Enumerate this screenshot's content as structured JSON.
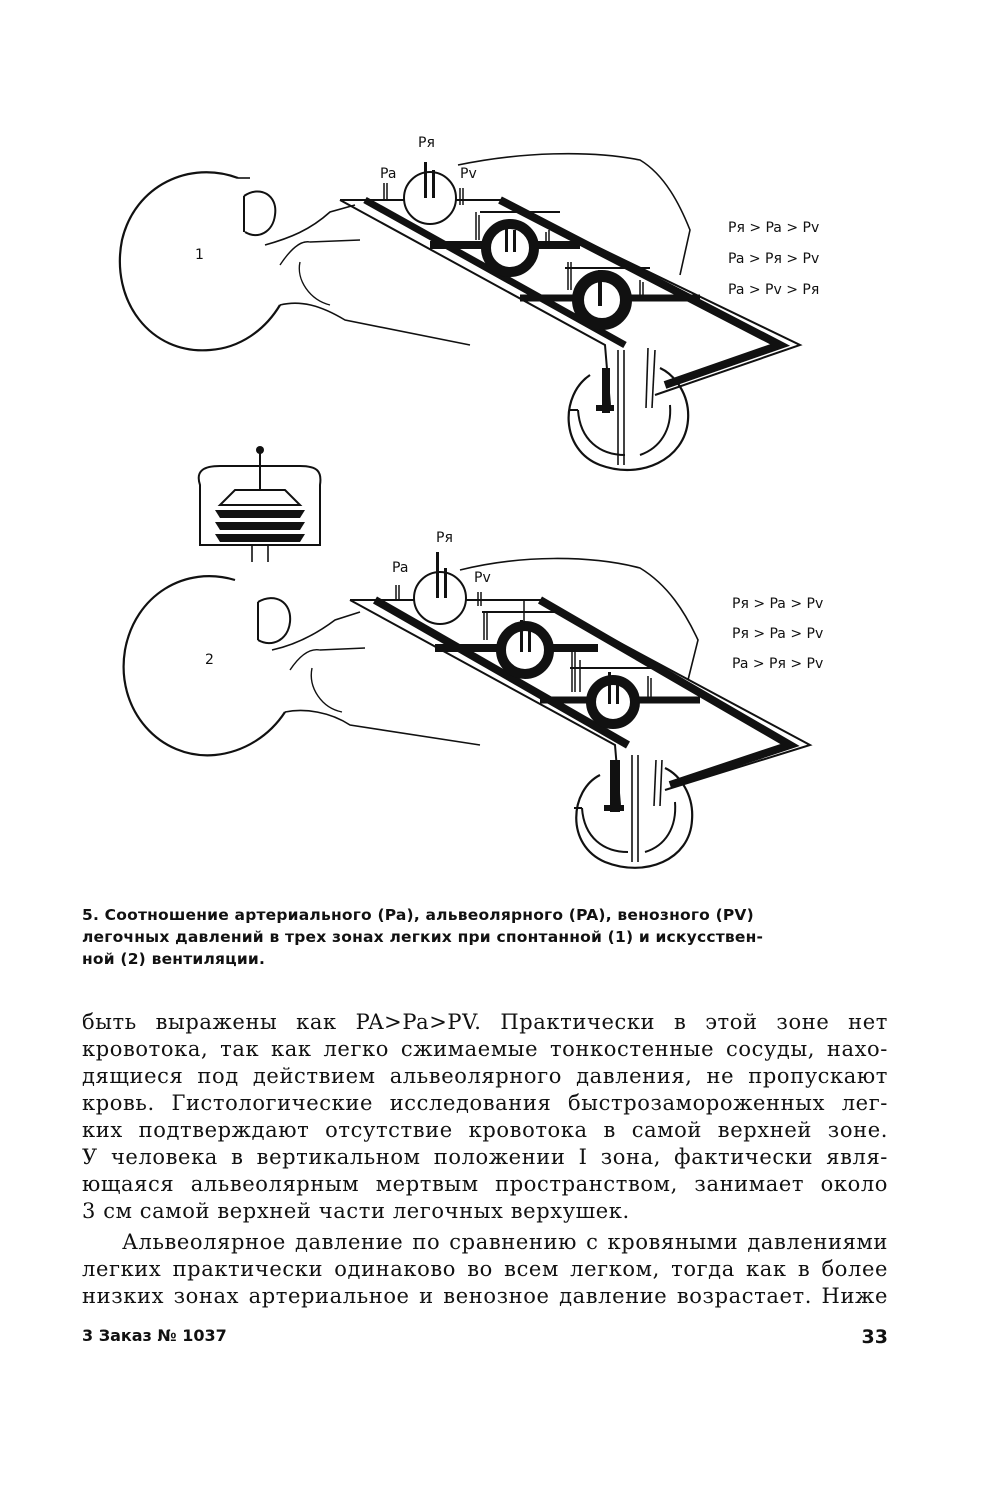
{
  "figure": {
    "diagram1": {
      "zone_label": "1",
      "labels": {
        "pya": "Pя",
        "pa": "Pa",
        "pv": "Pv"
      },
      "relations": [
        "Pя > Pa > Pv",
        "Pa > Pя > Pv",
        "Pa > Pv > Pя"
      ]
    },
    "diagram2": {
      "zone_label": "2",
      "labels": {
        "pya": "Pя",
        "pa": "Pa",
        "pv": "Pv"
      },
      "relations": [
        "Pя > Pa > Pv",
        "Pя > Pa > Pv",
        "Pa > Pя > Pv"
      ]
    }
  },
  "caption": {
    "lines": [
      "5. Соотношение артериального (Pa), альвеолярного (PA), венозного (PV)",
      "легочных давлений в трех зонах легких при спонтанной (1) и искусствен-",
      "ной (2) вентиляции."
    ]
  },
  "body": {
    "paragraph1": [
      "быть выражены как PA>Pa>PV. Практически  в этой  зоне нет",
      "кровотока, так как легко сжимаемые тонкостенные сосуды, нахо-",
      "дящиеся под действием альвеолярного давления, не пропускают",
      "кровь. Гистологические исследования  быстрозамороженных лег-",
      "ких подтверждают отсутствие кровотока в  самой  верхней зоне.",
      "У человека в вертикальном положении I зона, фактически явля-",
      "ющаяся альвеолярным мертвым пространством,  занимает около",
      "3 см самой верхней части легочных верхушек."
    ],
    "paragraph2": [
      "Альвеолярное давление по сравнению с кровяными давлениями",
      "легких практически одинаково во всем легком, тогда как в более",
      "низких зонах артериальное и венозное давление возрастает. Ниже"
    ]
  },
  "footer": {
    "left": "3 Заказ № 1037",
    "page_number": "33"
  }
}
